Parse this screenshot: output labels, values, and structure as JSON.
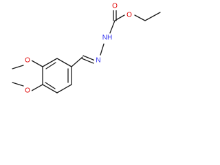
{
  "molecule": {
    "atoms": {
      "o_carbonyl": "O",
      "o_ester": "O",
      "nh": "NH",
      "n_imine": "N",
      "o_meta": "O",
      "o_para": "O"
    },
    "colors": {
      "bond": "#1a1a1a",
      "oxygen": "#e00000",
      "nitrogen": "#3030ee",
      "background": "#ffffff"
    }
  }
}
